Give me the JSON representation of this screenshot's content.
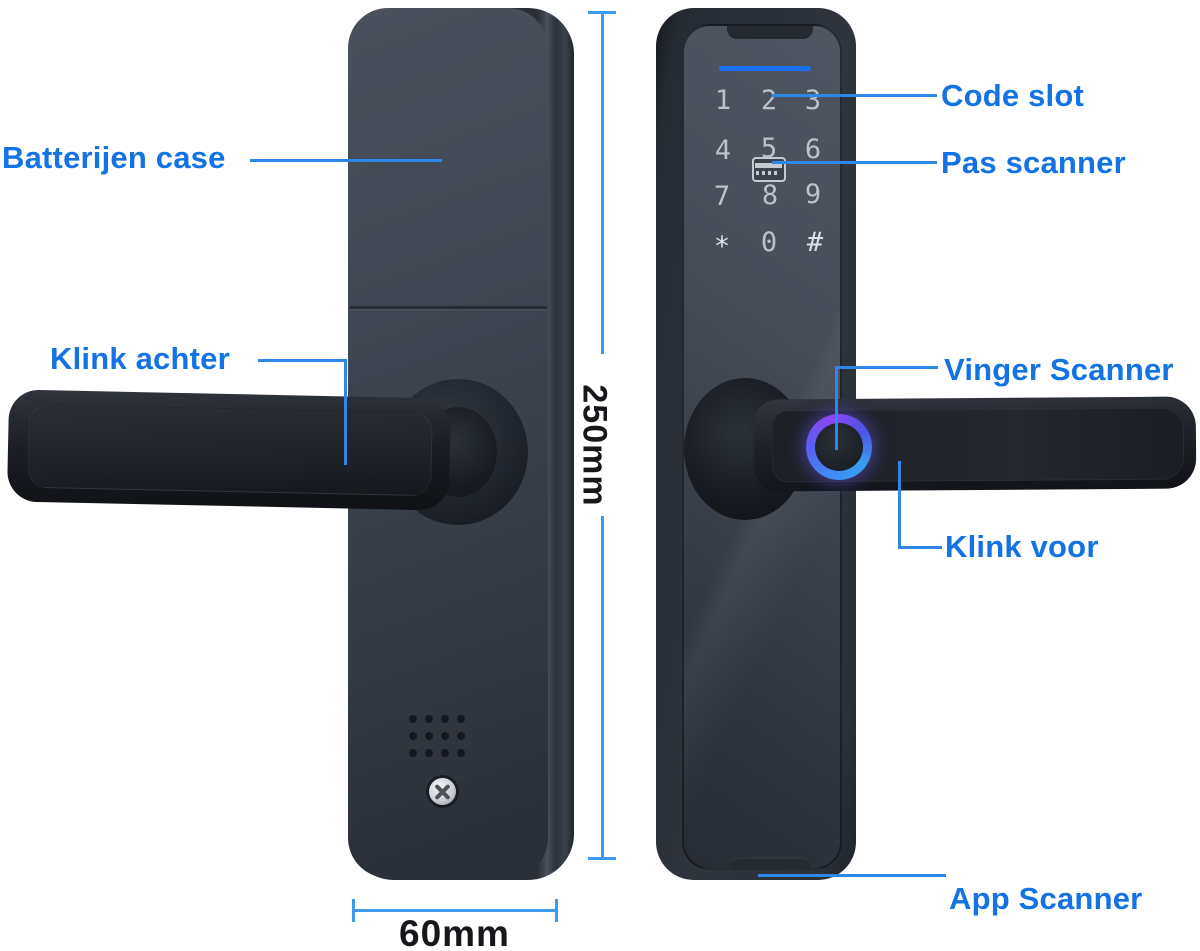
{
  "annotations": {
    "battery_case": "Batterijen case",
    "handle_back": "Klink achter",
    "code_slot": "Code slot",
    "card_scanner": "Pas scanner",
    "finger_scanner": "Vinger Scanner",
    "handle_front": "Klink voor",
    "app_scanner": "App Scanner"
  },
  "dimensions": {
    "height": "250mm",
    "width": "60mm"
  },
  "keypad": {
    "rows": [
      [
        "1",
        "2",
        "3"
      ],
      [
        "4",
        "5",
        "6"
      ],
      [
        "7",
        "8",
        "9"
      ],
      [
        "*",
        "0",
        "#"
      ]
    ]
  },
  "icons": {
    "card_scanner": "card-icon",
    "fingerprint": "fingerprint-ring-icon",
    "screw": "screw-icon",
    "speaker": "speaker-grid-icon"
  },
  "colors": {
    "label_blue": "#1372e4",
    "leader_line_blue": "#2e86e6",
    "dimension_blue": "#3d99ec",
    "keypad_status_bar_blue": "#1a6ff2",
    "fingerprint_glow": "#5b55ee",
    "lock_body": "#2e343d",
    "lock_screen": "#464d58",
    "keypad_digit": "#bcc2ca",
    "dimension_text": "#17181b",
    "background": "#ffffff"
  }
}
